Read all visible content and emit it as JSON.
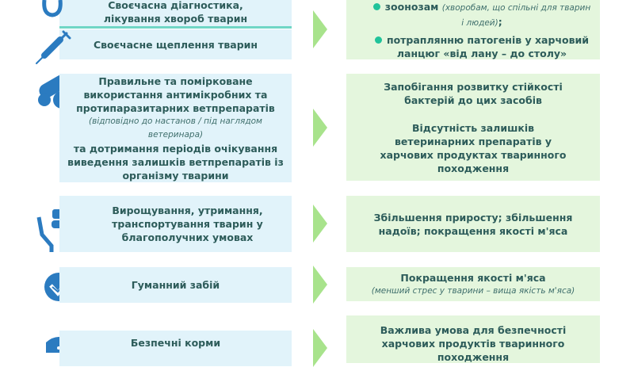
{
  "rows": [
    {
      "left": [
        "Своєчасна діагностика,",
        "лікування хвороб тварин"
      ],
      "left2": "Своєчасне щеплення тварин",
      "right_bullets": [
        {
          "bold": "зоонозам",
          "note": "(хворобам, що спільні для тварин і людей)",
          "tail": ";"
        },
        {
          "bold": "потраплянню патогенів у харчовий ланцюг «від лану – до столу»"
        }
      ]
    },
    {
      "left": "Правильне та помірковане використання антимікробних та протипаразитарних ветпрепаратів",
      "left_note": "(відповідно до настанов / під наглядом ветеринара)",
      "left_tail": "та дотримання періодів очікування виведення залишків ветпрепаратів із організму тварини",
      "right": [
        "Запобігання розвитку стійкості бактерій до цих засобів",
        "Відсутність залишків ветеринарних препаратів у харчових продуктах тваринного походження"
      ]
    },
    {
      "left": "Вирощування, утримання, транспортування тварин у благополучних умовах",
      "right": "Збільшення приросту; збільшення надоїв; покращення якості м'яса"
    },
    {
      "left": "Гуманний забій",
      "right": "Покращення якості м'яса",
      "right_note": "(менший стрес у тварини – вища якість м'яса)"
    },
    {
      "left": "Безпечні корми",
      "right": "Важлива умова для безпечності харчових продуктів тваринного походження"
    }
  ]
}
